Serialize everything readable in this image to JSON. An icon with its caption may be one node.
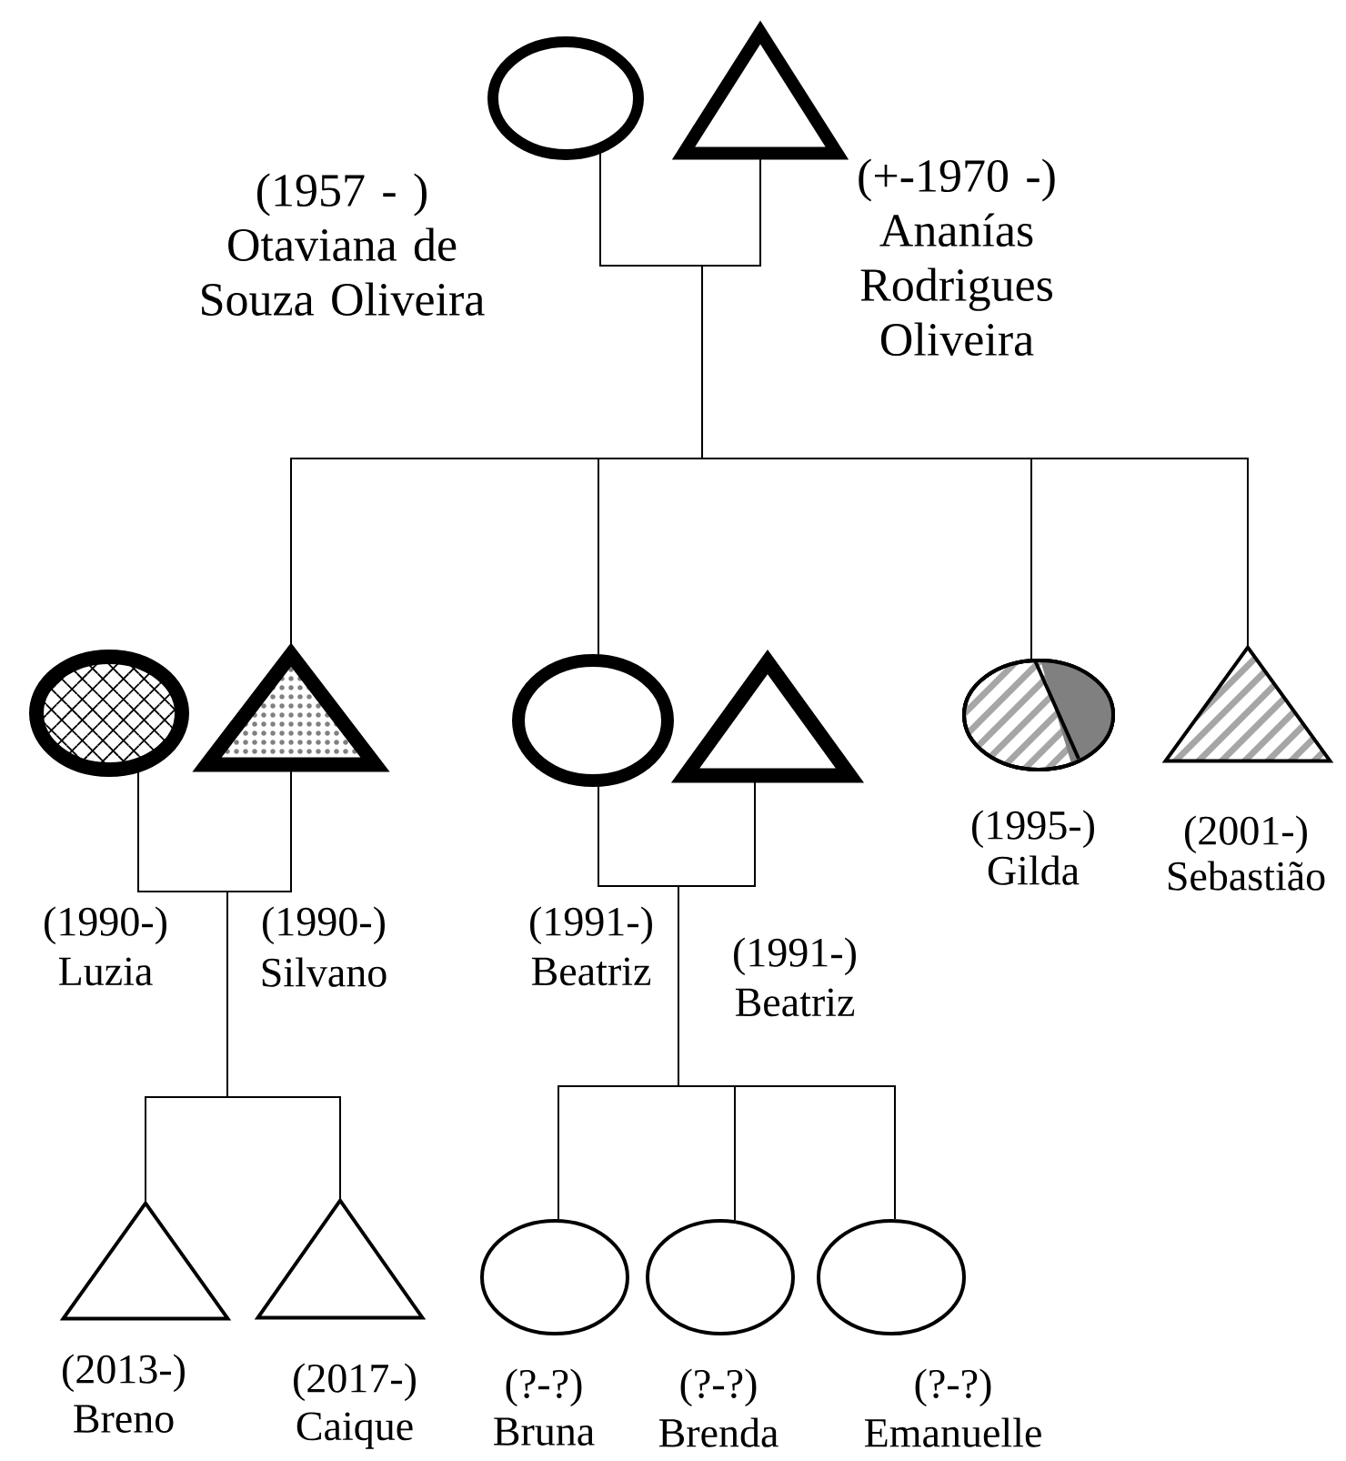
{
  "diagram": {
    "nodes": [
      {
        "text": [],
        "shape": "circle",
        "beside": [
          "(1957 - )",
          "Otaviana de Souza Oliveira"
        ]
      },
      {
        "text": [],
        "shape": "triangle",
        "beside": [
          "(+-1970 -)",
          "Ananías Rodrigues Oliveira"
        ]
      },
      {
        "text": [],
        "shape": "circle",
        "beside": [
          "(1990-)",
          "Luzia"
        ]
      },
      {
        "text": [],
        "shape": "triangle",
        "beside": [
          "(1990-)",
          "Silvano"
        ]
      },
      {
        "text": [],
        "shape": "circle",
        "beside": [
          "(1991-)",
          "Beatriz"
        ]
      },
      {
        "text": [],
        "shape": "triangle",
        "beside": [
          "(1991-)",
          "Beatriz"
        ]
      },
      {
        "text": [],
        "shape": "circle",
        "beside": [
          "(1995-)",
          "Gilda"
        ]
      },
      {
        "text": [],
        "shape": "triangle",
        "beside": [
          "(2001-)",
          "Sebastião"
        ]
      },
      {
        "text": [],
        "shape": "triangle",
        "beside": [
          "(2013-)",
          "Breno"
        ]
      },
      {
        "text": [],
        "shape": "triangle",
        "beside": [
          "(2017-)",
          "Caique"
        ]
      },
      {
        "text": [],
        "shape": "circle",
        "beside": [
          "(?-?)",
          "Bruna"
        ]
      },
      {
        "text": [],
        "shape": "circle",
        "beside": [
          "(?-?)",
          "Brenda"
        ]
      },
      {
        "text": [],
        "shape": "circle",
        "beside": [
          "(?-?)",
          "Emanuelle"
        ]
      }
    ],
    "edges": [
      {
        "from": 0,
        "to": 1,
        "arrow": "none"
      },
      {
        "from": 0,
        "to": 3,
        "arrow": "none"
      },
      {
        "from": 0,
        "to": 4,
        "arrow": "none"
      },
      {
        "from": 0,
        "to": 6,
        "arrow": "none"
      },
      {
        "from": 0,
        "to": 7,
        "arrow": "none"
      },
      {
        "from": 1,
        "to": 3,
        "arrow": "none"
      },
      {
        "from": 1,
        "to": 4,
        "arrow": "none"
      },
      {
        "from": 1,
        "to": 6,
        "arrow": "none"
      },
      {
        "from": 1,
        "to": 7,
        "arrow": "none"
      },
      {
        "from": 2,
        "to": 3,
        "arrow": "none"
      },
      {
        "from": 2,
        "to": 8,
        "arrow": "none"
      },
      {
        "from": 2,
        "to": 9,
        "arrow": "none"
      },
      {
        "from": 3,
        "to": 8,
        "arrow": "none"
      },
      {
        "from": 3,
        "to": 9,
        "arrow": "none"
      },
      {
        "from": 4,
        "to": 5,
        "arrow": "none"
      },
      {
        "from": 4,
        "to": 10,
        "arrow": "none"
      },
      {
        "from": 4,
        "to": 11,
        "arrow": "none"
      },
      {
        "from": 4,
        "to": 12,
        "arrow": "none"
      },
      {
        "from": 5,
        "to": 10,
        "arrow": "none"
      },
      {
        "from": 5,
        "to": 11,
        "arrow": "none"
      },
      {
        "from": 5,
        "to": 12,
        "arrow": "none"
      }
    ]
  }
}
